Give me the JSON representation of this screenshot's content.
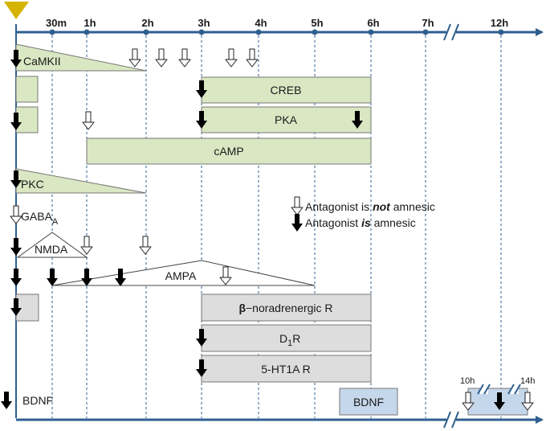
{
  "timeline": {
    "ticks": [
      "30m",
      "1h",
      "2h",
      "3h",
      "4h",
      "5h",
      "6h",
      "7h",
      "12h"
    ]
  },
  "labels": {
    "camkii": "CaMKII",
    "creb": "CREB",
    "pka": "PKA",
    "camp": "cAMP",
    "pkc": "PKC",
    "gaba": "GABA",
    "gaba_sub": "A",
    "nmda": "NMDA",
    "ampa": "AMPA",
    "beta_symbol": "β",
    "beta_rest": "−noradrenergic R",
    "d1": "D",
    "d1_sub": "1",
    "d1_r": "R",
    "ht1a": "5-HT1A R",
    "bdnf_left": "BDNF",
    "bdnf_box": "BDNF",
    "h10": "10h",
    "h14": "14h"
  },
  "legend": {
    "not_pre": "Antagonist is ",
    "not_word": "not",
    "not_post": " amnesic",
    "is_pre": "Antagonist ",
    "is_word": "is",
    "is_post": " amnesic"
  },
  "colors": {
    "axis": "#2e5f8f",
    "green_fill": "#d9e7c3",
    "gray_fill": "#dddddd",
    "blue_fill": "#c5d7ea",
    "marker": "#d4b400"
  },
  "icons": [
    "filled-arrow-icon (antagonist is amnesic)",
    "hollow-arrow-icon (antagonist is not amnesic)"
  ]
}
